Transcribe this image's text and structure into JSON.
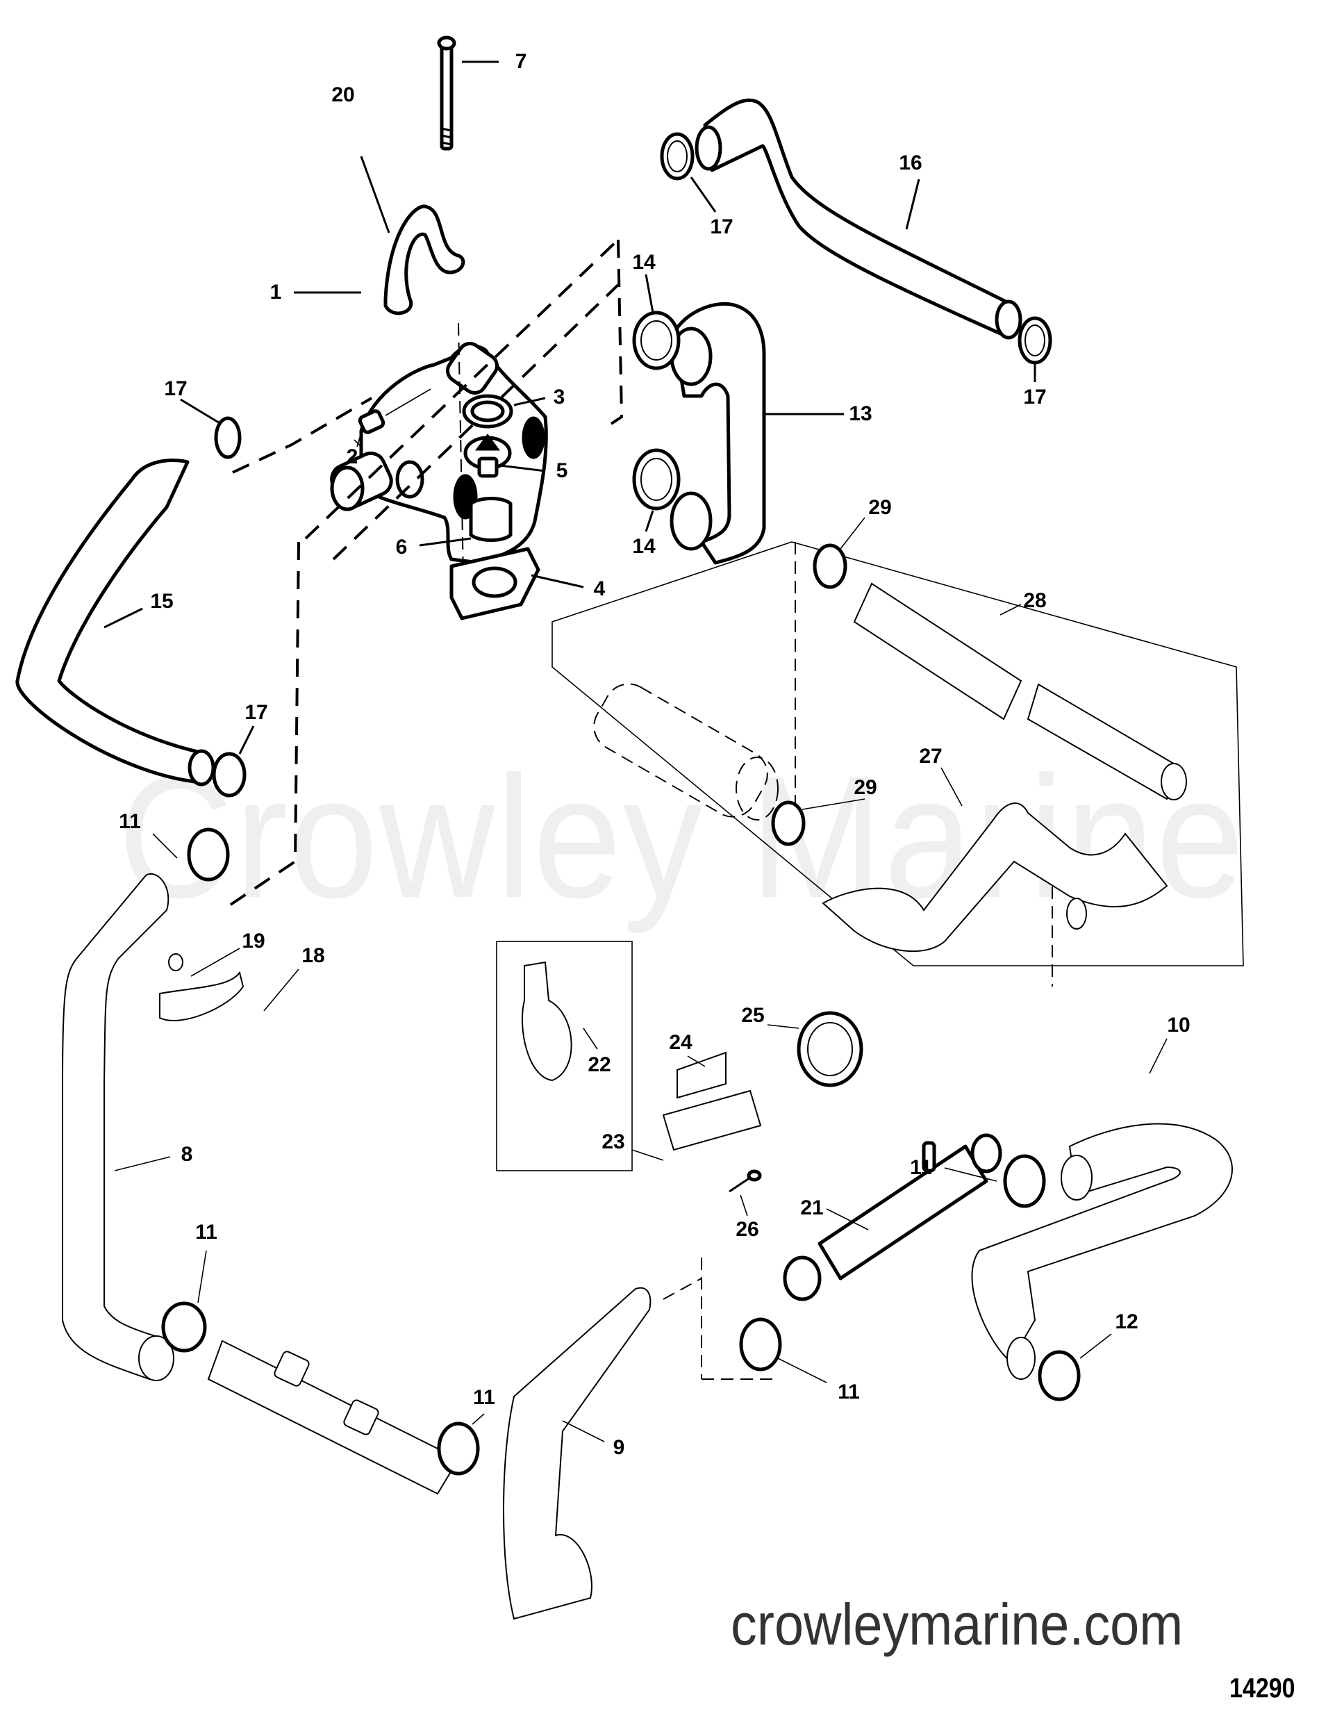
{
  "diagram": {
    "type": "exploded-parts-diagram",
    "subject": "Marine engine cooling system hoses, thermostat housing and clamps",
    "watermark": "Crowley Marine",
    "website": "crowleymarine.com",
    "figure_number": "14290",
    "callouts": [
      {
        "id": "c7",
        "label": "7",
        "part": "bolt"
      },
      {
        "id": "c20",
        "label": "20",
        "part": "hose bracket"
      },
      {
        "id": "c16",
        "label": "16",
        "part": "hose"
      },
      {
        "id": "c17a",
        "label": "17",
        "part": "hose clamp"
      },
      {
        "id": "c1",
        "label": "1",
        "part": "thermostat housing"
      },
      {
        "id": "c14a",
        "label": "14",
        "part": "hose clamp"
      },
      {
        "id": "c17b",
        "label": "17",
        "part": "hose clamp"
      },
      {
        "id": "c13",
        "label": "13",
        "part": "molded hose"
      },
      {
        "id": "c17c",
        "label": "17",
        "part": "hose clamp"
      },
      {
        "id": "c3",
        "label": "3",
        "part": "O-ring"
      },
      {
        "id": "c2",
        "label": "2",
        "part": "plug"
      },
      {
        "id": "c5",
        "label": "5",
        "part": "thermostat"
      },
      {
        "id": "c14b",
        "label": "14",
        "part": "hose clamp"
      },
      {
        "id": "c6",
        "label": "6",
        "part": "sleeve"
      },
      {
        "id": "c4",
        "label": "4",
        "part": "gasket"
      },
      {
        "id": "c29a",
        "label": "29",
        "part": "hose clamp"
      },
      {
        "id": "c28",
        "label": "28",
        "part": "hose"
      },
      {
        "id": "c15",
        "label": "15",
        "part": "hose"
      },
      {
        "id": "c17d",
        "label": "17",
        "part": "hose clamp"
      },
      {
        "id": "c27",
        "label": "27",
        "part": "hose"
      },
      {
        "id": "c29b",
        "label": "29",
        "part": "hose clamp"
      },
      {
        "id": "c11a",
        "label": "11",
        "part": "hose clamp"
      },
      {
        "id": "c19",
        "label": "19",
        "part": "nut"
      },
      {
        "id": "c18",
        "label": "18",
        "part": "clamp"
      },
      {
        "id": "c22",
        "label": "22",
        "part": "clip"
      },
      {
        "id": "c25",
        "label": "25",
        "part": "hose clamp"
      },
      {
        "id": "c24",
        "label": "24",
        "part": "bracket"
      },
      {
        "id": "c10",
        "label": "10",
        "part": "hose"
      },
      {
        "id": "c8",
        "label": "8",
        "part": "hose"
      },
      {
        "id": "c23",
        "label": "23",
        "part": "bracket"
      },
      {
        "id": "c11b",
        "label": "11",
        "part": "hose clamp"
      },
      {
        "id": "c21",
        "label": "21",
        "part": "cooler"
      },
      {
        "id": "c26",
        "label": "26",
        "part": "screw"
      },
      {
        "id": "c11c",
        "label": "11",
        "part": "hose clamp"
      },
      {
        "id": "c12",
        "label": "12",
        "part": "hose clamp"
      },
      {
        "id": "c11d",
        "label": "11",
        "part": "hose clamp"
      },
      {
        "id": "c11e",
        "label": "11",
        "part": "hose clamp"
      },
      {
        "id": "c9",
        "label": "9",
        "part": "hose"
      }
    ]
  }
}
